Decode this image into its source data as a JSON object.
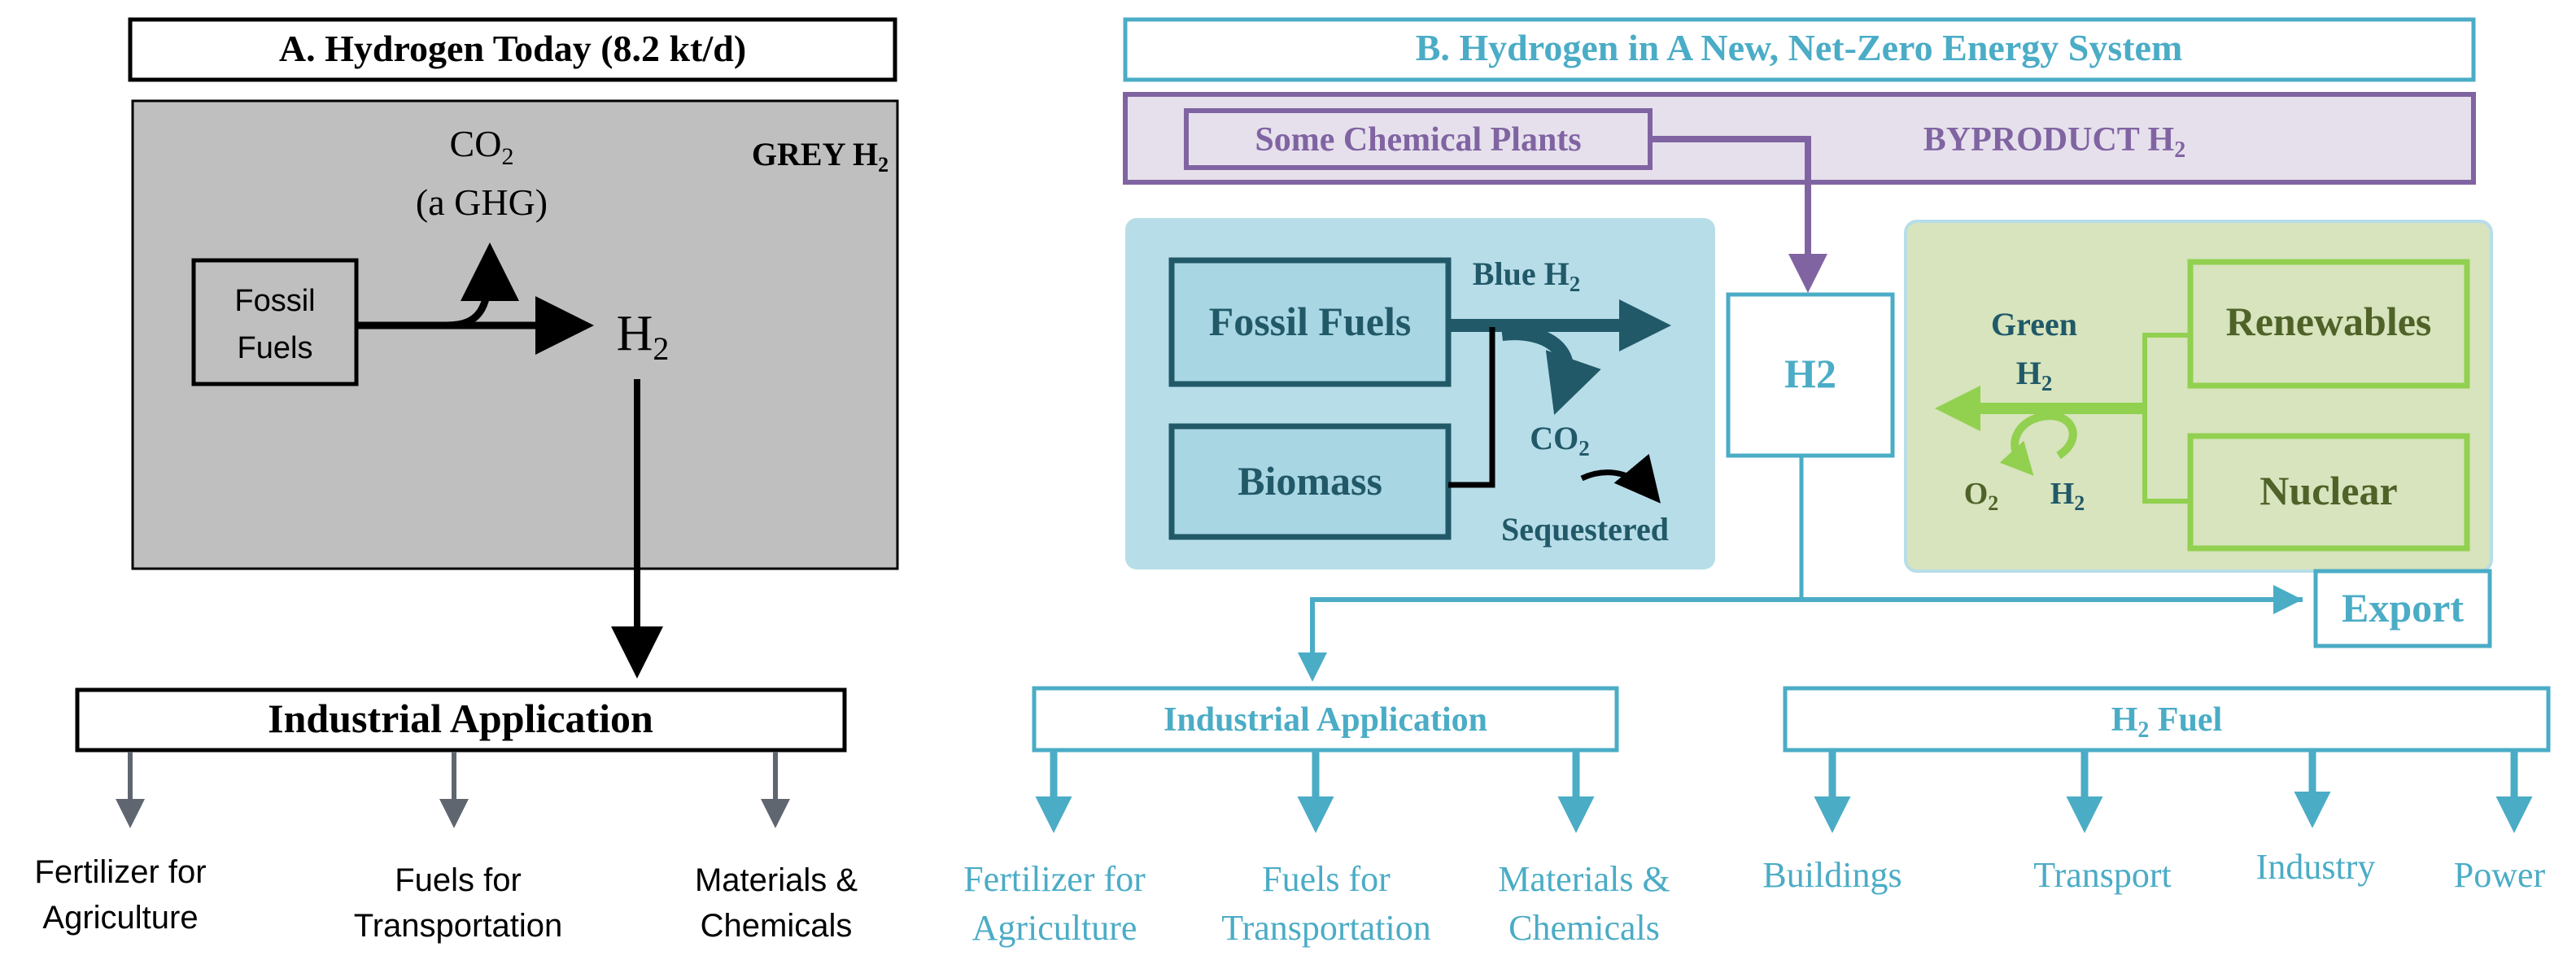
{
  "colors": {
    "black": "#000000",
    "grey_fill": "#bfbfbf",
    "cyan": "#4bacc6",
    "dark_teal": "#215968",
    "blue_panel": "#b7dde8",
    "blue_box": "#a9d6e3",
    "purple": "#8064a2",
    "purple_fill": "#e6e0ec",
    "green": "#92d050",
    "green_fill": "#d7e4bd",
    "olive_text": "#4f6228",
    "grey_arrow": "#5f6670"
  },
  "panel_a": {
    "title": "A. Hydrogen Today (8.2 kt/d)",
    "grey_label": "GREY H",
    "grey_sub": "2",
    "co2_main": "CO",
    "co2_sub": "2",
    "ghg": "(a GHG)",
    "fossil_line1": "Fossil",
    "fossil_line2": "Fuels",
    "h2_main": "H",
    "h2_sub": "2",
    "industrial": "Industrial Application",
    "outputs": [
      {
        "line1": "Fertilizer for",
        "line2": "Agriculture"
      },
      {
        "line1": "Fuels for",
        "line2": "Transportation"
      },
      {
        "line1": "Materials &",
        "line2": "Chemicals"
      }
    ]
  },
  "panel_b": {
    "title": "B. Hydrogen in A New, Net-Zero Energy System",
    "chemical_plants": "Some Chemical Plants",
    "byproduct": "BYPRODUCT H",
    "byproduct_sub": "2",
    "fossil_fuels": "Fossil Fuels",
    "biomass": "Biomass",
    "blue_h2": "Blue H",
    "blue_h2_sub": "2",
    "co2": "CO",
    "co2_sub": "2",
    "sequestered": "Sequestered",
    "h2_hub": "H2",
    "green": "Green",
    "green_h2": "H",
    "green_h2_sub": "2",
    "o2": "O",
    "o2_sub": "2",
    "h2_small": "H",
    "h2_small_sub": "2",
    "renewables": "Renewables",
    "nuclear": "Nuclear",
    "export": "Export",
    "industrial": "Industrial Application",
    "h2_fuel": "H",
    "h2_fuel_sub": "2",
    "h2_fuel_rest": " Fuel",
    "industrial_outputs": [
      {
        "line1": "Fertilizer for",
        "line2": "Agriculture"
      },
      {
        "line1": "Fuels for",
        "line2": "Transportation"
      },
      {
        "line1": "Materials &",
        "line2": "Chemicals"
      }
    ],
    "fuel_outputs": [
      "Buildings",
      "Transport",
      "Industry",
      "Power"
    ]
  }
}
